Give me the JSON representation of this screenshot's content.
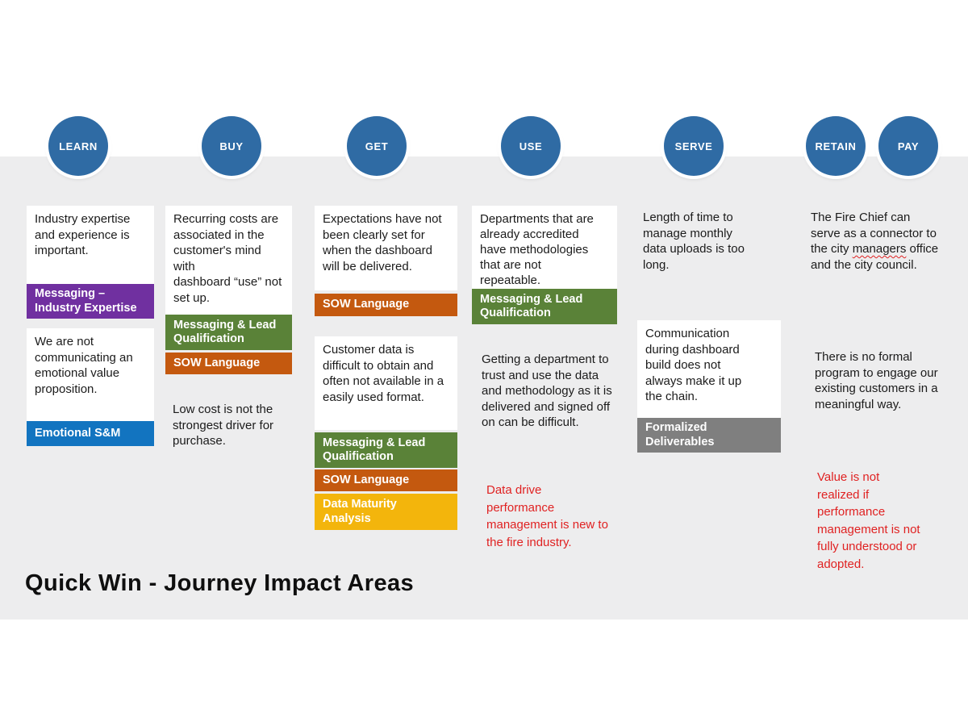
{
  "title": "Quick Win - Journey Impact Areas",
  "stages": [
    "LEARN",
    "BUY",
    "GET",
    "USE",
    "SERVE",
    "RETAIN",
    "PAY"
  ],
  "colors": {
    "stage_circle": "#2f6ba4",
    "band_background": "#ededee",
    "tag_purple": "#7030a0",
    "tag_blue": "#1274c0",
    "tag_green": "#5a8238",
    "tag_orange": "#c4590f",
    "tag_yellow": "#f3b50c",
    "tag_gray": "#7f7f7f",
    "alert_red": "#e02222"
  },
  "columns": {
    "learn": {
      "box1": "Industry expertise\nand experience is\nimportant.",
      "tag1": "Messaging –\nIndustry Expertise",
      "box2": "We are not\ncommunicating an\nemotional value\nproposition.",
      "tag2": "Emotional S&M"
    },
    "buy": {
      "box1": "Recurring costs are\nassociated in the\ncustomer's mind with\ndashboard “use” not\nset up.",
      "tag1": "Messaging & Lead\nQualification",
      "tag2": "SOW Language",
      "note": "Low cost is not the\nstrongest driver for\npurchase."
    },
    "get": {
      "box1": "Expectations have not\nbeen clearly set for\nwhen the dashboard\nwill be delivered.",
      "tag1": "SOW Language",
      "box2": "Customer data is\ndifficult to obtain and\noften not available in a\neasily used format.",
      "tag2": "Messaging & Lead\nQualification",
      "tag3": "SOW Language",
      "tag4": "Data Maturity\nAnalysis"
    },
    "use": {
      "box1": "Departments that are\nalready accredited\nhave methodologies\nthat are not\nrepeatable.",
      "tag1": "Messaging & Lead\nQualification",
      "note": "Getting a department to\ntrust and use the data\nand methodology as it is\ndelivered and signed off\non can be difficult.",
      "alert": "Data drive\nperformance\nmanagement is new to\nthe fire industry."
    },
    "serve": {
      "note": "Length of time to\nmanage monthly\ndata uploads is too\nlong.",
      "box1": "Communication\nduring dashboard\nbuild does not\nalways make it up\nthe chain.",
      "tag1": "Formalized\nDeliverables"
    },
    "retain": {
      "note_part1": "The Fire Chief can\nserve as a connector to\nthe city ",
      "note_word": "managers",
      "note_part2": " office\nand the city council.",
      "note2": "There is no formal\nprogram to engage our\nexisting customers in a\nmeaningful way.",
      "alert": "Value is not\nrealized if\nperformance\nmanagement is not\nfully understood or\nadopted."
    }
  }
}
